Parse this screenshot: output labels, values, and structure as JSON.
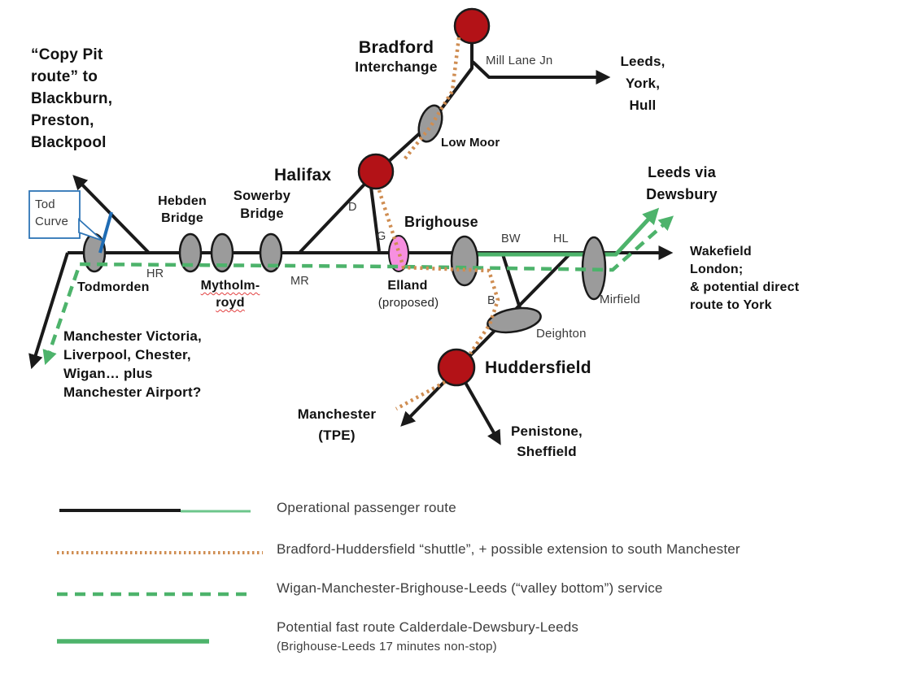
{
  "diagram": {
    "stations": {
      "todmorden": "Todmorden",
      "hebden_bridge": "Hebden\nBridge",
      "sowerby_bridge": "Sowerby\nBridge",
      "mytholmroyd": "Mytholm-\nroyd",
      "halifax": "Halifax",
      "bradford_line1": "Bradford",
      "bradford_line2": "Interchange",
      "low_moor": "Low Moor",
      "brighouse": "Brighouse",
      "elland_line1": "Elland",
      "elland_line2": "(proposed)",
      "mill_lane_jn": "Mill Lane Jn",
      "mirfield": "Mirfield",
      "deighton": "Deighton",
      "huddersfield": "Huddersfield"
    },
    "junction_codes": {
      "hr": "HR",
      "mr": "MR",
      "d": "D",
      "g": "G",
      "bw": "BW",
      "hl": "HL",
      "b": "B"
    },
    "callout": {
      "tod_curve": "Tod\nCurve"
    },
    "destinations": {
      "copy_pit": "“Copy Pit\nroute” to\nBlackburn,\nPreston,\nBlackpool",
      "leeds_york_hull": "Leeds,\nYork,\nHull",
      "leeds_via_dewsbury": "Leeds via\nDewsbury",
      "wakefield": "Wakefield\nLondon;\n& potential direct\nroute to York",
      "manchester_victoria": "Manchester Victoria,\nLiverpool, Chester,\nWigan… plus\nManchester Airport?",
      "manchester_tpe": "Manchester\n(TPE)",
      "penistone_sheffield": "Penistone,\nSheffield"
    },
    "legend": {
      "operational": "Operational passenger route",
      "shuttle": "Bradford-Huddersfield “shuttle”, + possible extension to south Manchester",
      "valley_bottom": "Wigan-Manchester-Brighouse-Leeds (“valley bottom”) service",
      "fast_route": "Potential fast route Calderdale-Dewsbury-Leeds",
      "fast_route_sub": "(Brighouse-Leeds 17 minutes non-stop)"
    },
    "colors": {
      "route_black": "#1a1a1a",
      "route_green": "#4db36b",
      "legend_green_light": "#6cc68b",
      "shuttle_orange": "#cf8d52",
      "hub_red": "#b31217",
      "proposed_pink": "#f78fe0",
      "station_grey": "#9b9b9b",
      "tod_curve_blue": "#2e75b6"
    }
  }
}
